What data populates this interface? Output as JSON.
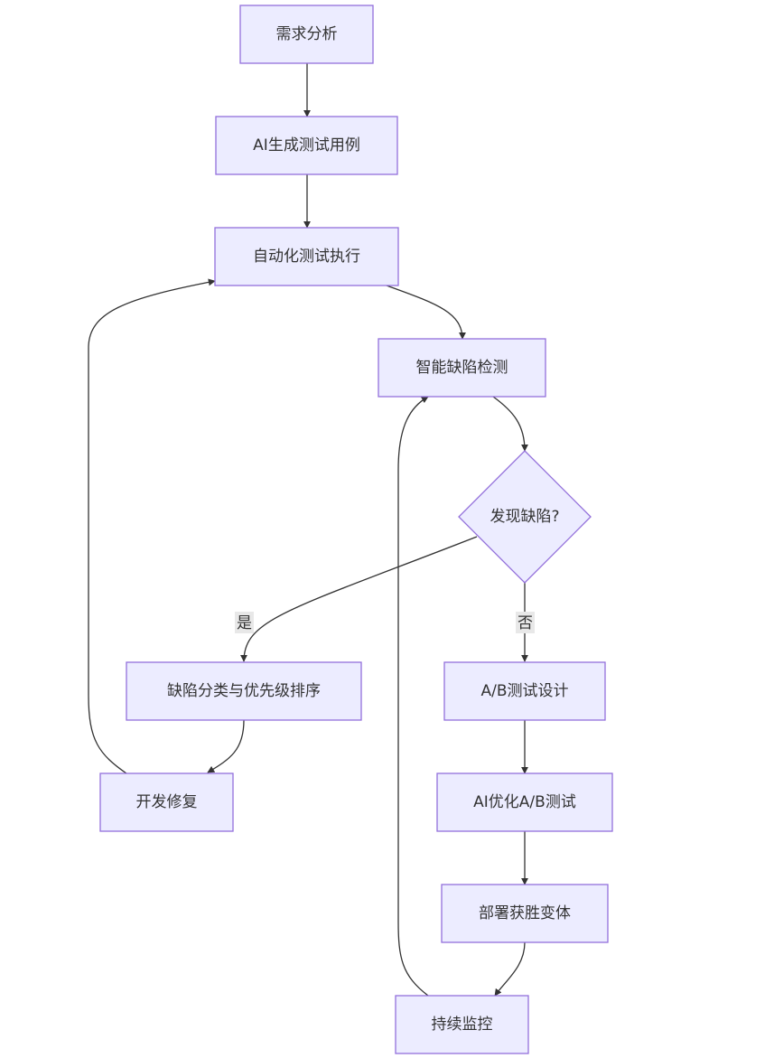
{
  "diagram": {
    "type": "flowchart",
    "colors": {
      "node_fill": "#ECECFF",
      "node_stroke": "#9370DB",
      "edge_stroke": "#333333",
      "edge_label_bg": "#e8e8e8"
    },
    "nodes": {
      "requirements_analysis": "需求分析",
      "ai_generate_tests": "AI生成测试用例",
      "automated_test_execution": "自动化测试执行",
      "smart_defect_detection": "智能缺陷检测",
      "defect_found_decision": "发现缺陷?",
      "defect_triage": "缺陷分类与优先级排序",
      "dev_fix": "开发修复",
      "ab_test_design": "A/B测试设计",
      "ai_optimize_ab": "AI优化A/B测试",
      "deploy_winner": "部署获胜变体",
      "continuous_monitoring": "持续监控"
    },
    "edge_labels": {
      "yes": "是",
      "no": "否"
    }
  }
}
